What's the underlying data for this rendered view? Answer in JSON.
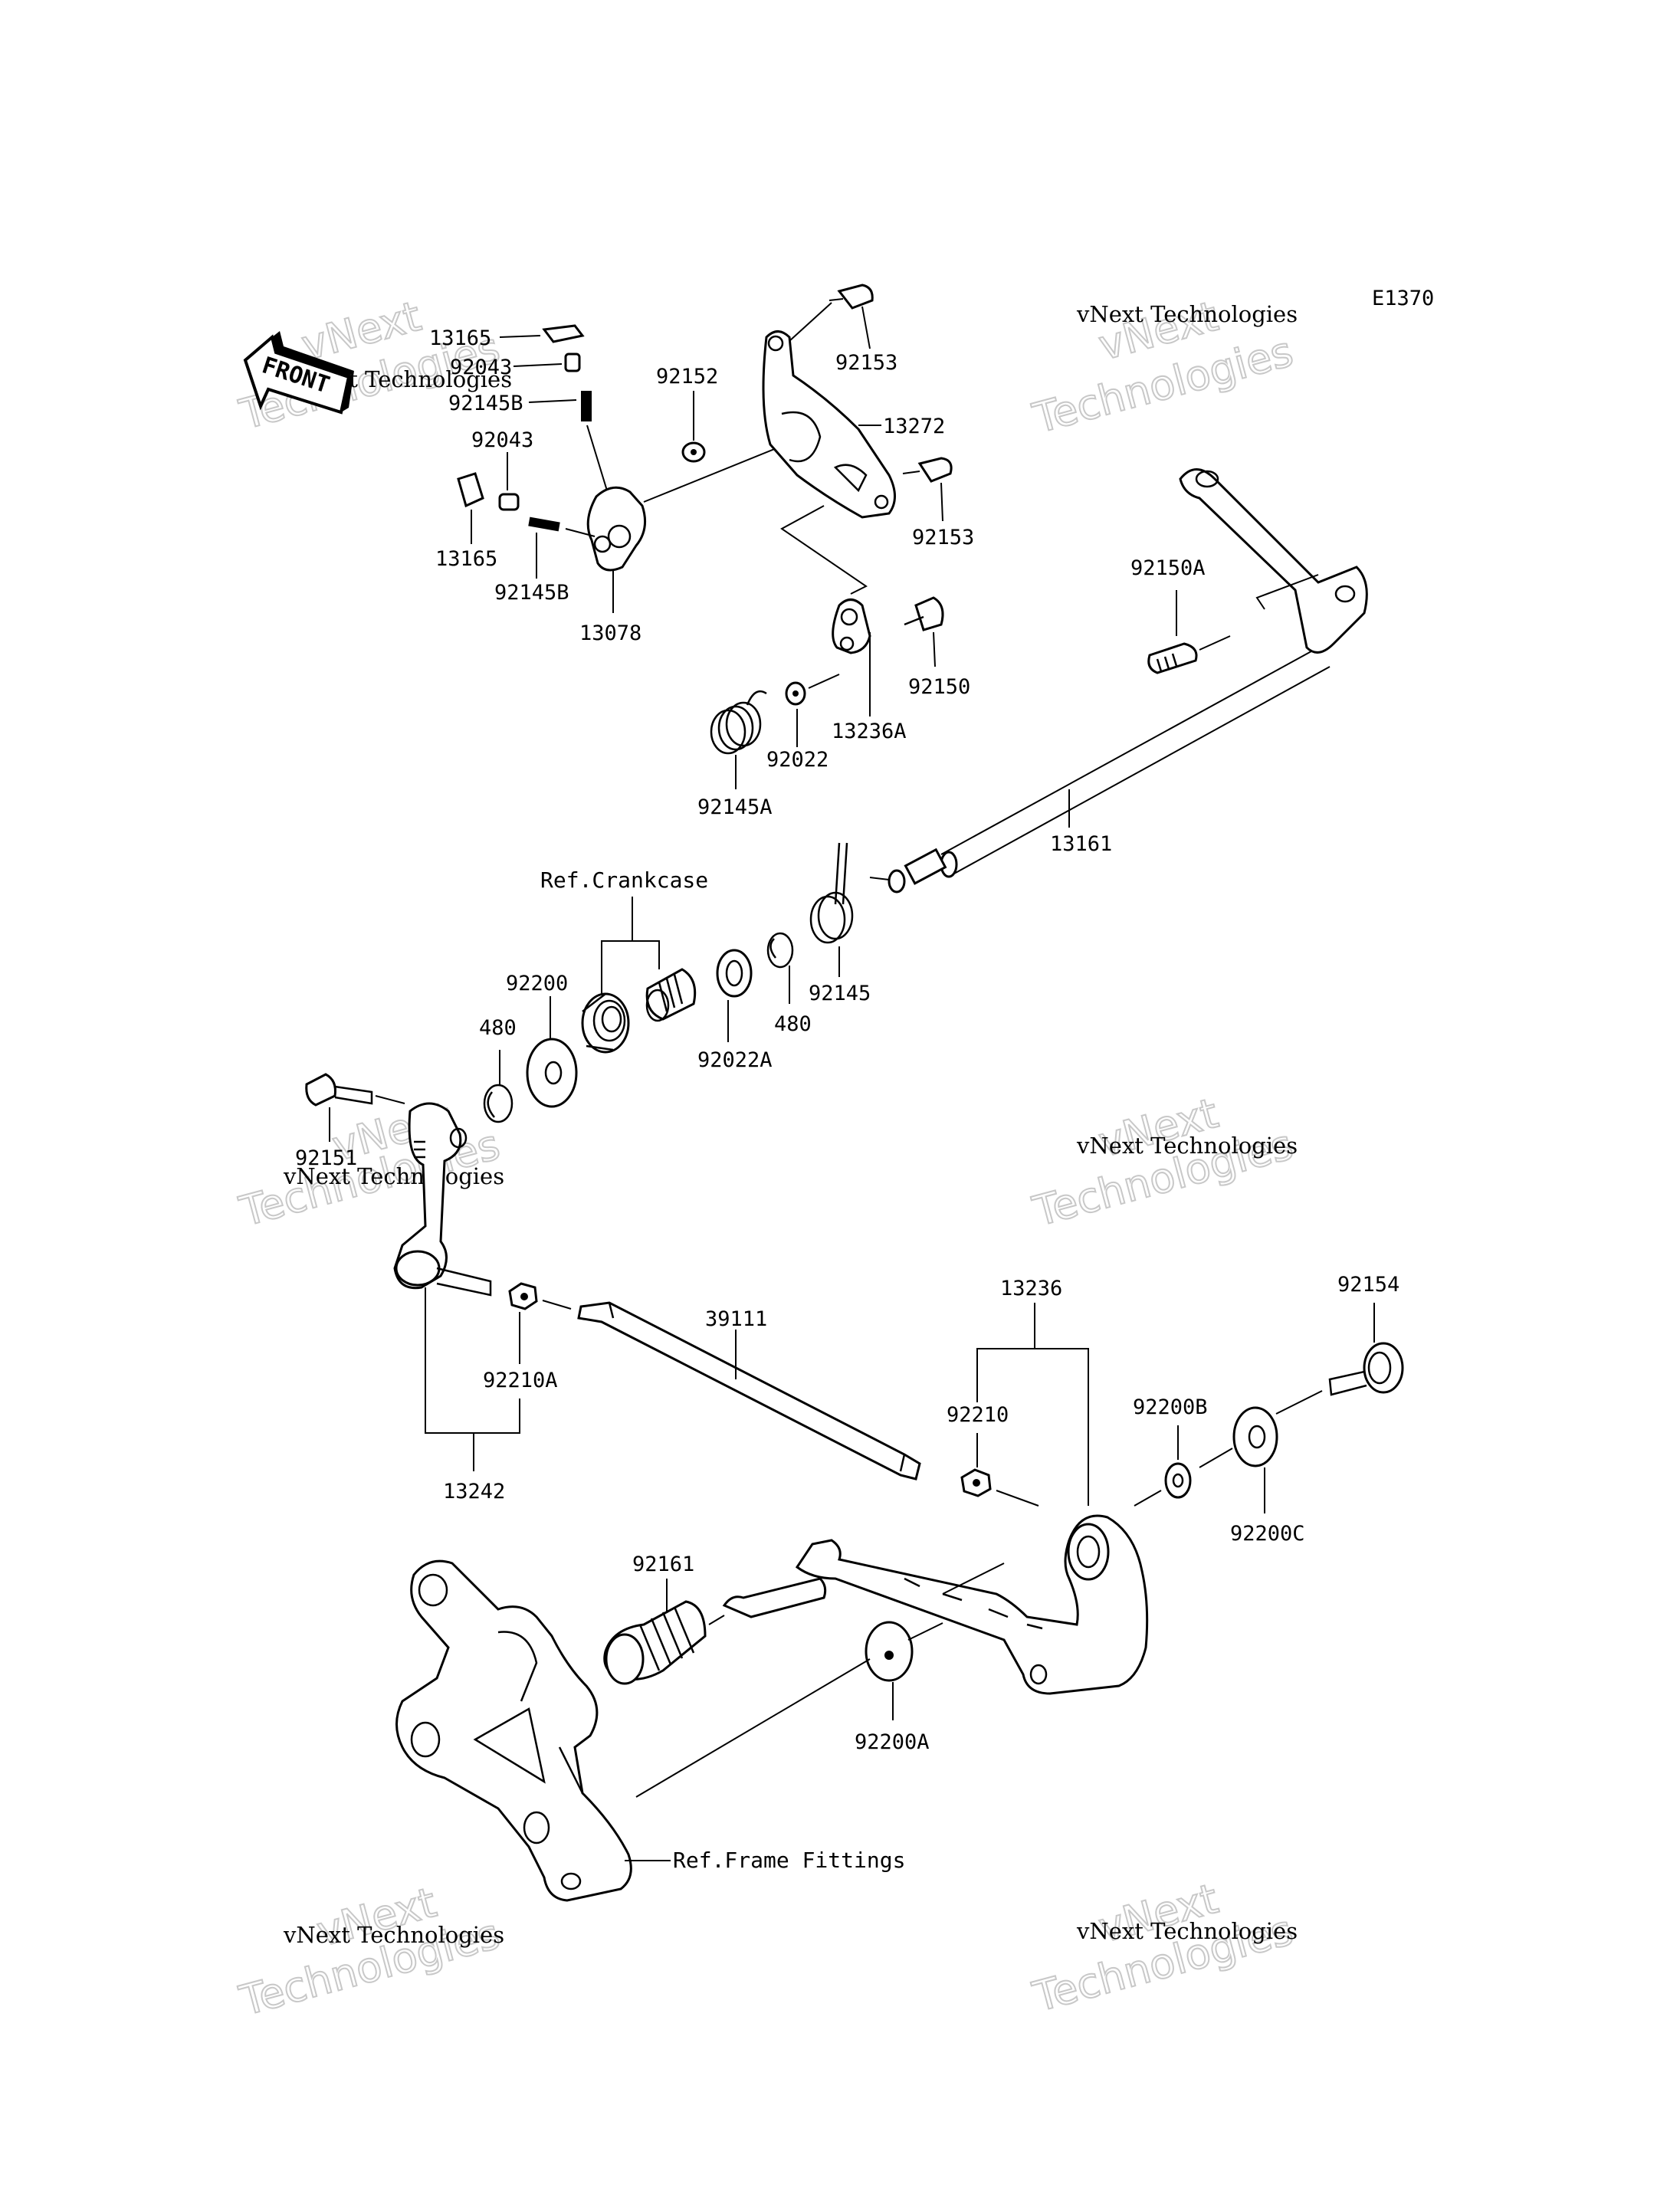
{
  "diagram_code": "E1370",
  "front_label": "FRONT",
  "watermark": {
    "line1": "vNext",
    "line2": "Technologies",
    "caption": "vNext Technologies"
  },
  "refs": {
    "crankcase": "Ref.Crankcase",
    "frame_fittings": "Ref.Frame Fittings"
  },
  "parts": {
    "p13165_top": "13165",
    "p92043_top": "92043",
    "p92145B_top": "92145B",
    "p92043_left": "92043",
    "p13165_left": "13165",
    "p92145B_left": "92145B",
    "p13078": "13078",
    "p92152": "92152",
    "p92153_top": "92153",
    "p13272": "13272",
    "p92153_mid": "92153",
    "p92150": "92150",
    "p13236A": "13236A",
    "p92022": "92022",
    "p92145A": "92145A",
    "p92150A": "92150A",
    "p13161": "13161",
    "p92145": "92145",
    "p480_right": "480",
    "p92022A": "92022A",
    "p92200": "92200",
    "p480_left": "480",
    "p92151": "92151",
    "p92210A": "92210A",
    "p13242": "13242",
    "p39111": "39111",
    "p13236": "13236",
    "p92210": "92210",
    "p92154": "92154",
    "p92200B": "92200B",
    "p92200C": "92200C",
    "p92161": "92161",
    "p92200A": "92200A"
  }
}
